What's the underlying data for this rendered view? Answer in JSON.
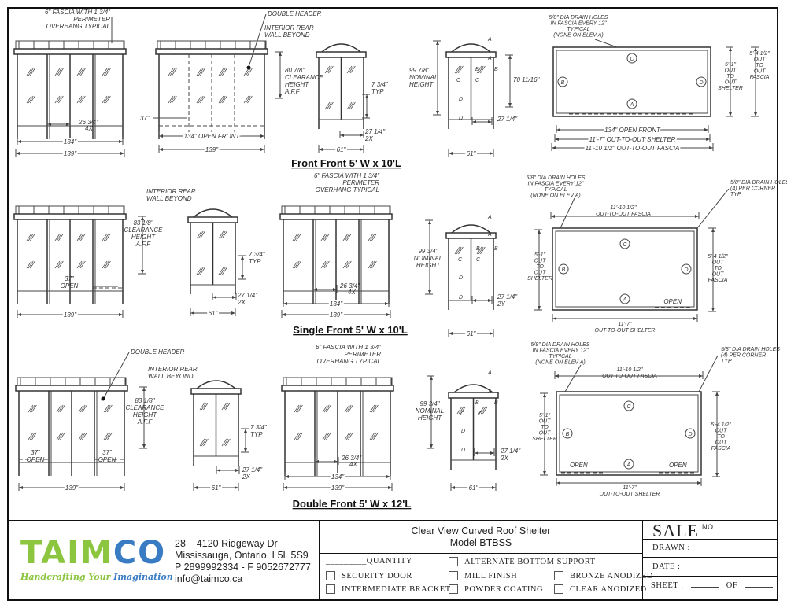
{
  "sections": [
    {
      "title": "Front Front  5' W x 10'L",
      "elevation_a": {
        "fascia_note": [
          "6\" FASCIA WITH 1 3/4\"",
          "PERIMETER",
          "OVERHANG TYPICAL"
        ],
        "panel_width": "26 3/4\"",
        "panel_count": "4X",
        "inner_width": "134\"",
        "outer_width": "139\""
      },
      "elevation_c": {
        "header_note": "DOUBLE HEADER",
        "rear_note": [
          "INTERIOR REAR",
          "WALL BEYOND"
        ],
        "clearance": [
          "80 7/8\"",
          "CLEARANCE",
          "HEIGHT",
          "A.F.F"
        ],
        "open_width": "37\"",
        "open_front": "134\" OPEN FRONT",
        "outer_width": "139\""
      },
      "elevation_b": {
        "bottom": [
          "7 3/4\"",
          "TYP"
        ],
        "half": [
          "27 1/4\"",
          "2X"
        ],
        "width": "61\""
      },
      "elevation_d": {
        "height": [
          "99 7/8\"",
          "NOMINAL",
          "HEIGHT"
        ],
        "inner_height": "70 11/16\"",
        "half": [
          "27 1/4\""
        ],
        "width": "61\"",
        "section_marks": [
          "A",
          "A",
          "B",
          "B",
          "C",
          "C",
          "D",
          "D"
        ]
      },
      "plan": {
        "drain_note": [
          "5/8\" DIA DRAIN HOLES",
          "IN FASCIA EVERY 12\"",
          "TYPICAL",
          "(NONE ON ELEV A)"
        ],
        "corner_note": [],
        "sides": [
          "A",
          "B",
          "C",
          "D"
        ],
        "depth_shelter": [
          "5'-1\"",
          "OUT",
          "TO",
          "OUT",
          "SHELTER"
        ],
        "depth_fascia": [
          "5'-4 1/2\"",
          "OUT",
          "TO",
          "OUT",
          "FASCIA"
        ],
        "dims": [
          "134\" OPEN FRONT",
          "11'-7\" OUT-TO-OUT SHELTER",
          "11'-10 1/2\" OUT-TO-OUT FASCIA"
        ],
        "open_labels": []
      }
    },
    {
      "title": "Single Front  5' W x 10'L",
      "elevation_a": {
        "rear_note": [
          "INTERIOR REAR",
          "WALL BEYOND"
        ],
        "clearance": [
          "83 1/8\"",
          "CLEARANCE",
          "HEIGHT",
          "A.F.F"
        ],
        "open": [
          "37\"",
          "OPEN"
        ],
        "outer_width": "139\""
      },
      "elevation_b": {
        "bottom": [
          "7 3/4\"",
          "TYP"
        ],
        "half": [
          "27 1/4\"",
          "2X"
        ],
        "width": "61\""
      },
      "elevation_c": {
        "fascia_note": [
          "6\" FASCIA WITH 1 3/4\"",
          "PERIMETER",
          "OVERHANG TYPICAL"
        ],
        "panel_width": "26 3/4\"",
        "panel_count": "4X",
        "inner_width": "134\"",
        "outer_width": "139\""
      },
      "elevation_d": {
        "height": [
          "99 3/4\"",
          "NOMINAL",
          "HEIGHT"
        ],
        "half": [
          "27 1/4\"",
          "2Y"
        ],
        "width": "61\"",
        "section_marks": [
          "A",
          "A",
          "B",
          "B",
          "C",
          "C",
          "D",
          "D"
        ]
      },
      "plan": {
        "drain_note": [
          "5/8\" DIA DRAIN HOLES",
          "IN FASCIA EVERY 12\"",
          "TYPICAL",
          "(NONE ON ELEV A)"
        ],
        "corner_note": [
          "5/8\" DIA DRAIN HOLES",
          "(4) PER CORNER",
          "TYP"
        ],
        "sides": [
          "A",
          "B",
          "C",
          "D"
        ],
        "depth_shelter": [
          "5'-1\"",
          "OUT",
          "TO",
          "OUT",
          "SHELTER"
        ],
        "depth_fascia": [
          "5'-4 1/2\"",
          "OUT",
          "TO",
          "OUT",
          "FASCIA"
        ],
        "top_dim": [
          "11'-10 1/2\"",
          "OUT-TO-OUT FASCIA"
        ],
        "bottom_dim": [
          "11'-7\"",
          "OUT-TO-OUT SHELTER"
        ],
        "open_labels": [
          "OPEN"
        ]
      }
    },
    {
      "title": "Double Front  5' W x 12'L",
      "elevation_a": {
        "header_note": "DOUBLE HEADER",
        "rear_note": [
          "INTERIOR REAR",
          "WALL BEYOND"
        ],
        "clearance": [
          "83 1/8\"",
          "CLEARANCE",
          "HEIGHT",
          "A.F.F"
        ],
        "open_left": [
          "37\"",
          "OPEN"
        ],
        "open_right": [
          "37\"",
          "OPEN"
        ],
        "outer_width": "139\""
      },
      "elevation_b": {
        "bottom": [
          "7 3/4\"",
          "TYP"
        ],
        "half": [
          "27 1/4\"",
          "2X"
        ],
        "width": "61\""
      },
      "elevation_c": {
        "fascia_note": [
          "6\" FASCIA WITH 1 3/4\"",
          "PERIMETER",
          "OVERHANG TYPICAL"
        ],
        "panel_width": "26 3/4\"",
        "panel_count": "4X",
        "inner_width": "134\"",
        "outer_width": "139\""
      },
      "elevation_d": {
        "height": [
          "99 3/4\"",
          "NOMINAL",
          "HEIGHT"
        ],
        "half": [
          "27 1/4\"",
          "2X"
        ],
        "width": "61\"",
        "section_marks": [
          "A",
          "A",
          "B",
          "B",
          "C",
          "C",
          "D",
          "D"
        ]
      },
      "plan": {
        "drain_note": [
          "5/8\" DIA DRAIN HOLES",
          "IN FASCIA EVERY 12\"",
          "TYPICAL",
          "(NONE ON ELEV A)"
        ],
        "corner_note": [
          "5/8\" DIA DRAIN HOLES",
          "(4) PER CORNER",
          "TYP"
        ],
        "sides": [
          "A",
          "B",
          "C",
          "D"
        ],
        "depth_shelter": [
          "5'-1\"",
          "OUT",
          "TO",
          "OUT",
          "SHELTER"
        ],
        "depth_fascia": [
          "5'-4 1/2\"",
          "OUT",
          "TO",
          "OUT",
          "FASCIA"
        ],
        "top_dim": [
          "11'-10 1/2\"",
          "OUT-TO-OUT FASCIA"
        ],
        "bottom_dim": [
          "11'-7\"",
          "OUT-TO-OUT SHELTER"
        ],
        "open_labels": [
          "OPEN",
          "OPEN"
        ]
      }
    }
  ],
  "title_block": {
    "logo": {
      "part1": "TAIM",
      "part2": "CO",
      "tagline1": "Handcrafting Your",
      "tagline2": "Imagination",
      "green": "#8cc63f",
      "blue": "#3a7cc4"
    },
    "address": [
      "28 – 4120 Ridgeway Dr",
      "Mississauga, Ontario, L5L 5S9",
      "P 2899992334 - F 9052672777",
      "info@taimco.ca"
    ],
    "project": [
      "Clear View Curved Roof Shelter",
      "Model BTBSS"
    ],
    "quantity_label": "_________QUANTITY",
    "options": [
      "ALTERNATE BOTTOM SUPPORT",
      "SECURITY DOOR",
      "MILL FINISH",
      "BRONZE ANODIZED",
      "INTERMEDIATE BRACKET",
      "POWDER COATING",
      "CLEAR ANODIZED"
    ],
    "sale": "SALE",
    "sale_no": "NO.",
    "drawn": "DRAWN  :",
    "date": "DATE  :",
    "sheet": "SHEET  :",
    "sheet_of": "OF"
  }
}
